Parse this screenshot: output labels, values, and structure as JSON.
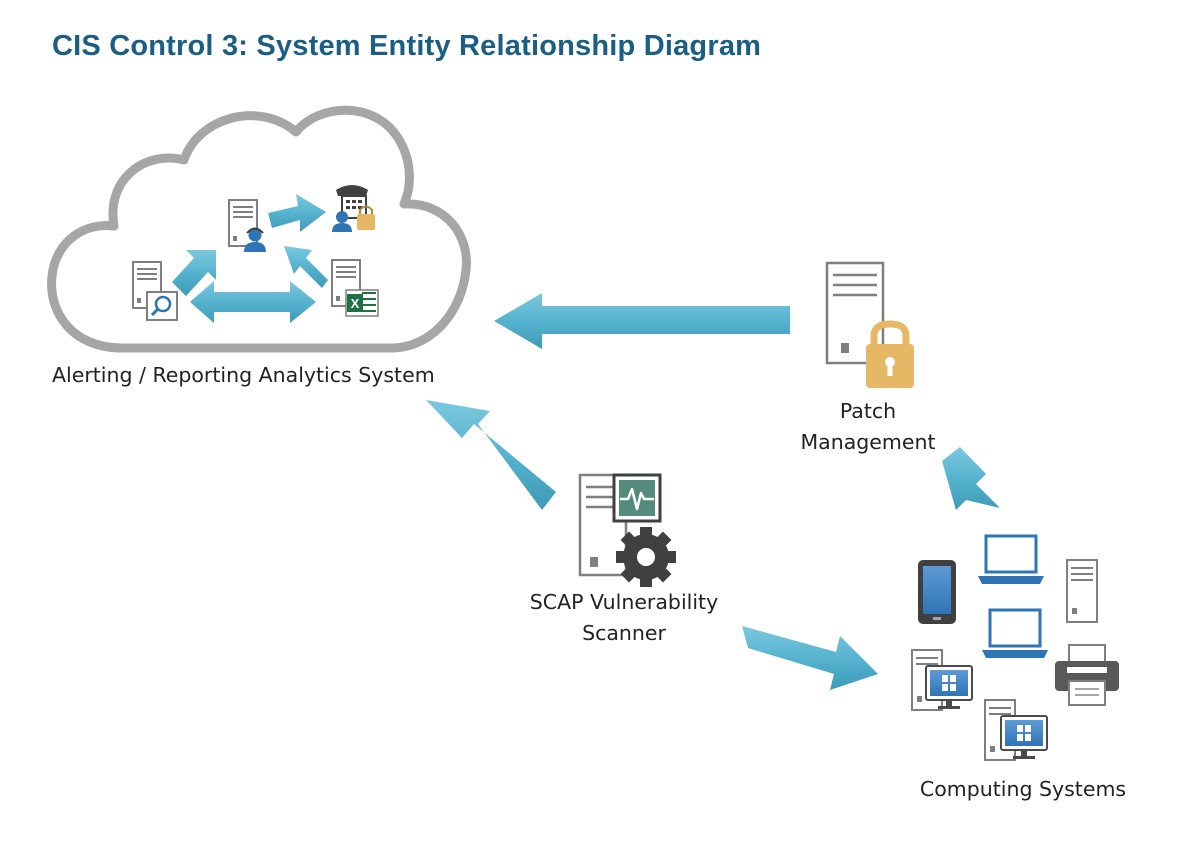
{
  "title": "CIS Control 3:  System Entity Relationship Diagram",
  "colors": {
    "title": "#1b5e84",
    "arrow": "#56b3cf",
    "arrow_dark": "#3d9bb8",
    "cloud_outline": "#a6a6a6",
    "device_blue": "#2f75b5",
    "lock_gold": "#e6b865",
    "excel_green": "#1e7145"
  },
  "nodes": {
    "analytics": {
      "label": "Alerting / Reporting  Analytics System",
      "icons": [
        "cloud-icon",
        "server-search-icon",
        "server-user-icon",
        "phone-user-lock-icon",
        "server-excel-icon"
      ]
    },
    "patch": {
      "line1": "Patch",
      "line2": "Management",
      "icons": [
        "server-icon",
        "lock-icon"
      ]
    },
    "scanner": {
      "line1": "SCAP Vulnerability",
      "line2": "Scanner",
      "icons": [
        "server-monitor-icon",
        "gear-icon"
      ]
    },
    "computing": {
      "label": "Computing Systems",
      "icons": [
        "tablet-icon",
        "laptop-icon",
        "server-icon",
        "printer-icon",
        "desktop-icon"
      ]
    }
  },
  "edges": [
    {
      "from": "patch",
      "to": "analytics"
    },
    {
      "from": "patch",
      "to": "computing"
    },
    {
      "from": "scanner",
      "to": "analytics"
    },
    {
      "from": "scanner",
      "to": "computing"
    }
  ]
}
